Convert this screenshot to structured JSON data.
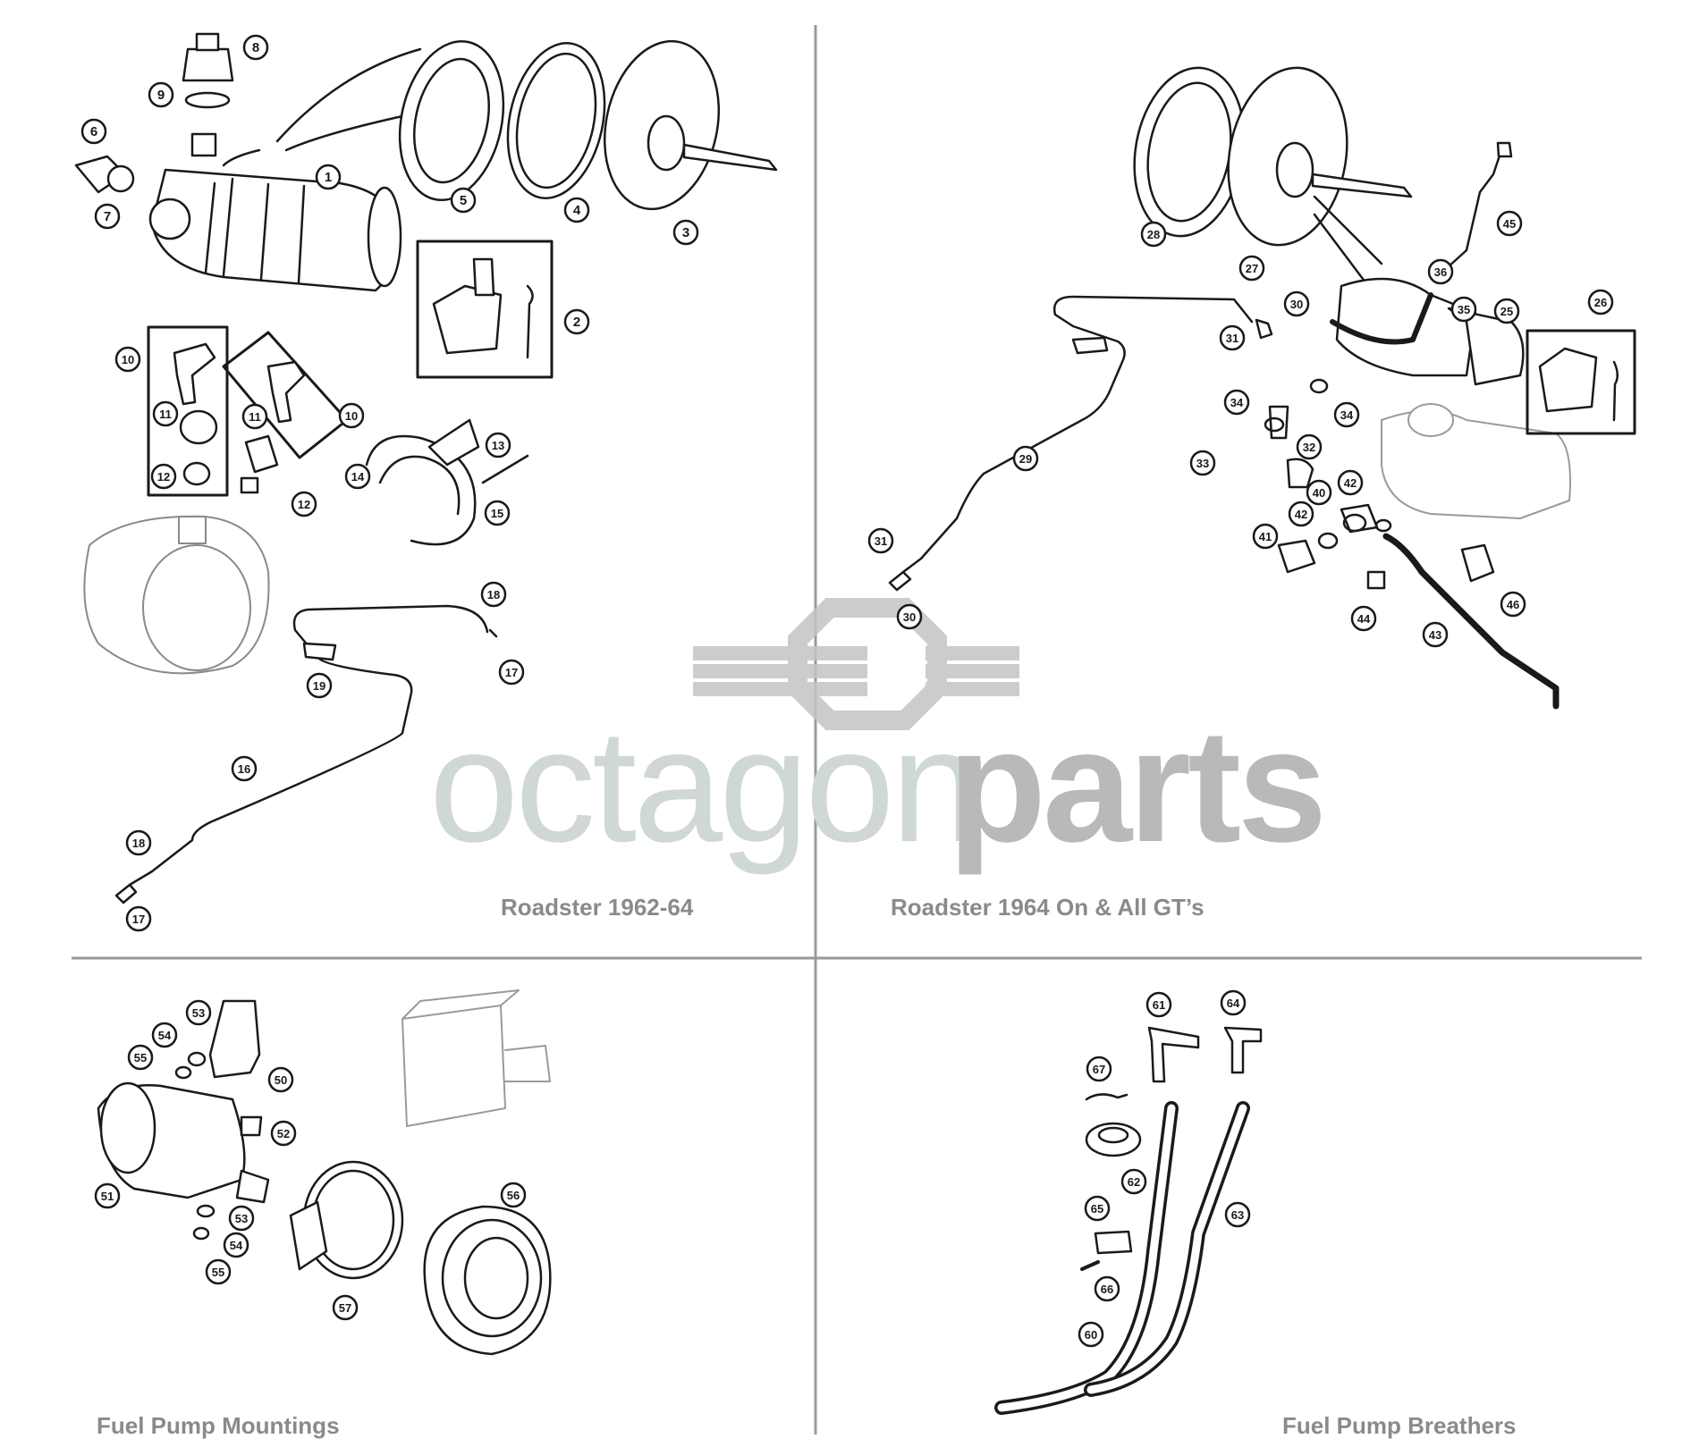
{
  "watermark": {
    "light": "octagon",
    "bold": "parts"
  },
  "panels": {
    "top_left": {
      "caption": "Roadster 1962-64",
      "callouts": [
        "1",
        "2",
        "3",
        "4",
        "5",
        "6",
        "7",
        "8",
        "9",
        "10",
        "10",
        "11",
        "11",
        "12",
        "12",
        "13",
        "14",
        "15",
        "16",
        "17",
        "17",
        "18",
        "18",
        "19"
      ]
    },
    "top_right": {
      "caption": "Roadster 1964 On & All GT’s",
      "callouts": [
        "25",
        "26",
        "27",
        "28",
        "29",
        "30",
        "30",
        "31",
        "31",
        "32",
        "33",
        "34",
        "34",
        "35",
        "36",
        "40",
        "41",
        "42",
        "42",
        "43",
        "44",
        "45",
        "46"
      ]
    },
    "bottom_left": {
      "caption": "Fuel Pump Mountings",
      "callouts": [
        "50",
        "51",
        "52",
        "53",
        "53",
        "54",
        "54",
        "55",
        "55",
        "56",
        "57"
      ]
    },
    "bottom_right": {
      "caption": "Fuel Pump Breathers",
      "callouts": [
        "60",
        "61",
        "62",
        "63",
        "64",
        "65",
        "66",
        "67"
      ]
    }
  },
  "colors": {
    "line": "#1a1a1a",
    "divider": "#9a9a9a",
    "caption": "#8a8a8a",
    "faded": "#bdbdbd"
  }
}
